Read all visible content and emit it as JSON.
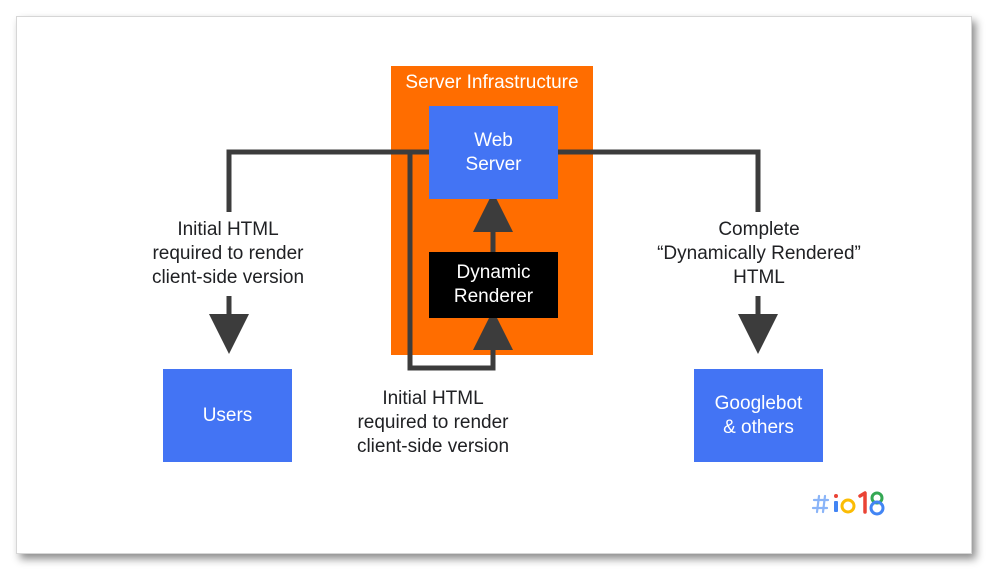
{
  "diagram": {
    "server_infrastructure": "Server Infrastructure",
    "web_server": "Web\nServer",
    "dynamic_renderer": "Dynamic\nRenderer",
    "users": "Users",
    "googlebot": "Googlebot\n& others",
    "users_label": "Initial HTML\nrequired to render\nclient-side version",
    "renderer_label": "Initial HTML\nrequired to render\nclient-side version",
    "googlebot_label": "Complete\n“Dynamically Rendered”\nHTML"
  },
  "colors": {
    "server_infrastructure": "#ff6d00",
    "box_blue": "#4374f4",
    "renderer_black": "#000000",
    "connector": "#3c3c3c"
  },
  "logo": {
    "text": "#io18"
  }
}
